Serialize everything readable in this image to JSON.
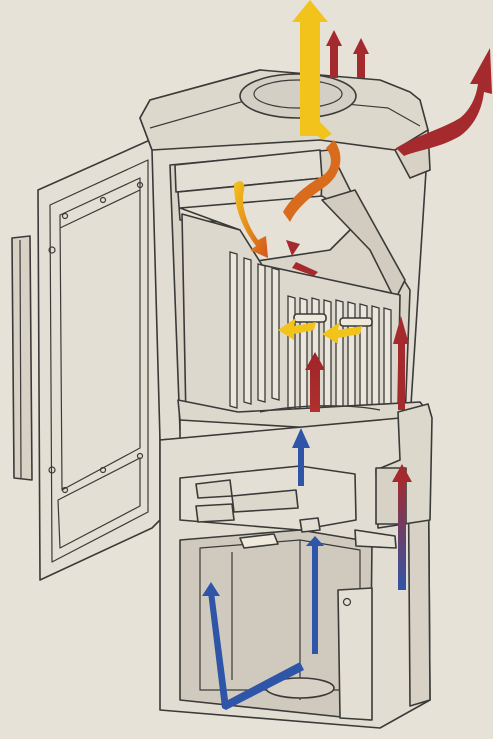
{
  "colors": {
    "background": "#e6e2d8",
    "body_fill": "#e2ddd2",
    "shade_fill": "#d4cfc4",
    "dark_fill": "#c9c3b8",
    "outline": "#3a3a38",
    "cold_air_blue": "#2f55a8",
    "hot_air_red": "#a52a2e",
    "flue_gas_yellow": "#f2c31b",
    "secondary_air_orange": "#e07a1e"
  },
  "icons": {
    "blue_arrows": "cold-air-inflow-arrow",
    "red_arrows": "warm-air-convection-arrow",
    "yellow_arrows": "flue-gas-arrow",
    "orange_arrows": "secondary-combustion-air-arrow"
  }
}
